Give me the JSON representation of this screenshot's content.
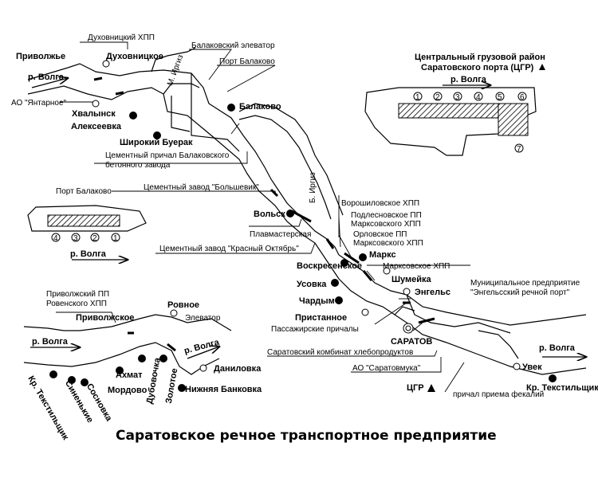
{
  "title": "Саратовское речное транспортное предприятие",
  "river_label": "р. Волга",
  "cities": {
    "privolzhye": "Приволжье",
    "dukhovnitskoe": "Духовницкое",
    "dukhovnitsky_hpp": "Духовницкий ХПП",
    "yantarnoe": "АО \"Янтарное\"",
    "khvalynsk": "Хвалынск",
    "alekseevka": "Алексеевка",
    "shirokiy_buerak": "Широкий Буерак",
    "balakovo": "Балаково",
    "balakovo_elevator": "Балаковский элеватор",
    "port_balakovo": "Порт Балаково",
    "cement_berth": "Цементный причал Балаковского бетонного завода",
    "cement_berth_1": "Цементный причал Балаковского",
    "cement_berth_2": "бетонного завода",
    "bolshevik": "Цементный завод \"Большевик\"",
    "volsk": "Вольск",
    "plavmasterskaya": "Плавмастерская",
    "krasny_oktyabr": "Цементный завод \"Красный Октябрь\"",
    "voskresenskoe": "Воскресенское",
    "voroshilovskoe": "Ворошиловское ХПП",
    "podlesnovskoe_1": "Подлесновское ПП",
    "podlesnovskoe_2": "Марксовского ХПП",
    "orlovskoe_1": "Орловское ПП",
    "orlovskoe_2": "Марксовского ХПП",
    "marks": "Маркс",
    "marks_hpp": "Марксовское ХПП",
    "shumeyka": "Шумейка",
    "usovka": "Усовка",
    "chardym": "Чардым",
    "engels": "Энгельс",
    "municipal_1": "Муниципальное предприятие",
    "municipal_2": "\"Энгельсский речной порт\"",
    "pristannoe": "Пристанное",
    "passenger": "Пассажирские причалы",
    "saratov": "САРАТОВ",
    "kombinat": "Саратовский комбинат хлебопродуктов",
    "saratovmuka": "АО \"Саратовмука\"",
    "cgr": "ЦГР",
    "prichal_fekaliy": "причал приема фекалий",
    "uvek": "Увек",
    "kr_textilshchik": "Кр. Текстильщик",
    "bolshoy_irgiz": "Б. Иргиз",
    "m_irgiz": "М. Иргиз"
  },
  "cgr_inset": {
    "title_1": "Центральный грузовой район",
    "title_2": "Саратовского порта (ЦГР)",
    "berths": [
      "1",
      "2",
      "3",
      "4",
      "5",
      "6"
    ],
    "extra_berth": "7"
  },
  "balakovo_inset": {
    "title": "Порт Балаково",
    "berths": [
      "4",
      "3",
      "2",
      "1"
    ]
  },
  "southwest_inset": {
    "privolzhsky_1": "Приволжский ПП",
    "privolzhsky_2": "Ровенского ХПП",
    "privolzhskoe": "Приволжское",
    "rovnoe": "Ровное",
    "elevator": "Элеватор",
    "akhmat": "Ахмат",
    "mordovo": "Мордово",
    "dubovochka": "Дубовочка",
    "zolotoe": "Золотое",
    "danilovka": "Даниловка",
    "nizhnyaya_bankovka": "Нижняя Банковка",
    "kr_textilshchik": "Кр. Текстильщик",
    "sinenkie": "Синенькие",
    "sosnovka": "Сосновка"
  }
}
